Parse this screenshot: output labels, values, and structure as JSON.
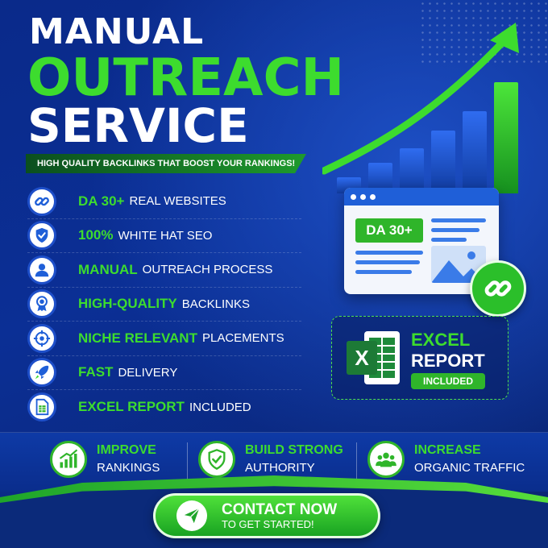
{
  "title": {
    "line1": "MANUAL",
    "line2": "OUTREACH",
    "line3": "SERVICE"
  },
  "tagline": "HIGH QUALITY BACKLINKS THAT BOOST YOUR RANKINGS!",
  "features": [
    {
      "highlight": "DA 30+",
      "rest": "REAL WEBSITES",
      "icon": "chain-link-icon"
    },
    {
      "highlight": "100%",
      "rest": "WHITE HAT SEO",
      "icon": "shield-check-icon"
    },
    {
      "highlight": "MANUAL",
      "rest": "OUTREACH PROCESS",
      "icon": "user-icon"
    },
    {
      "highlight": "HIGH-QUALITY",
      "rest": "BACKLINKS",
      "icon": "award-badge-icon"
    },
    {
      "highlight": "NICHE RELEVANT",
      "rest": "PLACEMENTS",
      "icon": "target-icon"
    },
    {
      "highlight": "FAST",
      "rest": "DELIVERY",
      "icon": "rocket-icon"
    },
    {
      "highlight": "EXCEL REPORT",
      "rest": "INCLUDED",
      "icon": "spreadsheet-icon"
    }
  ],
  "browser": {
    "badge": "DA 30+"
  },
  "excel": {
    "line1": "EXCEL",
    "line2": "REPORT",
    "pill": "INCLUDED"
  },
  "benefits": [
    {
      "line1": "IMPROVE",
      "line2": "RANKINGS",
      "icon": "bar-chart-icon"
    },
    {
      "line1": "BUILD STRONG",
      "line2": "AUTHORITY",
      "icon": "shield-check-icon"
    },
    {
      "line1": "INCREASE",
      "line2": "ORGANIC TRAFFIC",
      "icon": "users-icon"
    }
  ],
  "cta": {
    "line1": "CONTACT NOW",
    "line2": "TO GET STARTED!"
  },
  "colors": {
    "navy": "#0b2a7a",
    "green": "#3ddc2e",
    "blue": "#1f5fd8"
  }
}
